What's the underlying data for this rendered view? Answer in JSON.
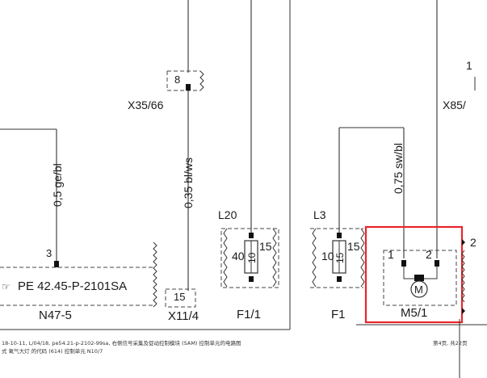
{
  "labels": {
    "x35": "X35/66",
    "x35_pin": "8",
    "wire_left": "0,5 ge/bl",
    "wire_mid": "0,35 bl/ws",
    "wire_right": "0,75 sw/bl",
    "pin3": "3",
    "n47_part": "PE 42.45-P-2101SA",
    "n47": "N47-5",
    "x11_pin": "15",
    "x11": "X11/4",
    "l20": "L20",
    "f1_1": "F1/1",
    "fuse_left_num": "40",
    "fuse_left_rating": "10",
    "fuse_left_pin": "15",
    "l3": "L3",
    "f1": "F1",
    "fuse_right_num": "10",
    "fuse_right_rating": "15",
    "fuse_right_pin": "15",
    "m5_pin1": "1",
    "m5_pin2": "2",
    "motor": "M",
    "m5": "M5/1",
    "x85": "X85/",
    "x85_pin": "1",
    "edge_pin2": "2",
    "footer_line1": "18-10-11, L/04/18, pe54.21-p-2102-99sa, 右侧信号采集及促动控制模块 (SAM) 控制单元的电路图",
    "footer_line2": "式 氧气大灯 的代码 (614) 控制单元 N10/7",
    "page_info": "第4页, 共22页"
  },
  "colors": {
    "highlight": "#e8262b",
    "ink": "#333333"
  }
}
